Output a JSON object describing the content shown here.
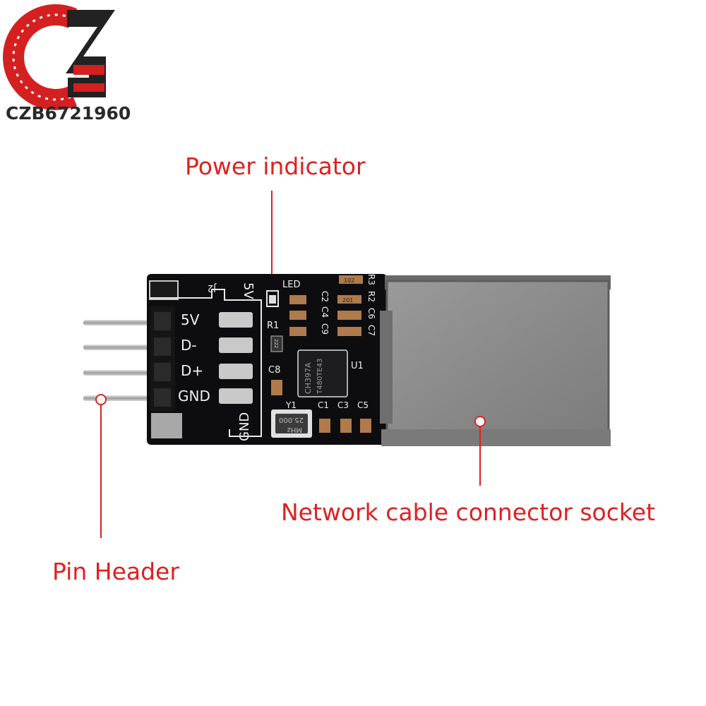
{
  "brand": {
    "logo_text": "CZB6721960"
  },
  "labels": {
    "power_indicator": "Power indicator",
    "network_socket": "Network cable connector socket",
    "pin_header": "Pin Header"
  },
  "board": {
    "pins": [
      "5V",
      "D-",
      "D+",
      "GND"
    ],
    "silk_left": "5V",
    "silk_gnd": "GND",
    "silk_j2": "J2",
    "silk_led": "LED",
    "silk_r1": "R1",
    "silk_c8": "C8",
    "silk_u1": "U1",
    "silk_y1": "Y1",
    "silk_c_row": [
      "C1",
      "C3",
      "C5"
    ],
    "silk_c_right": [
      "C2",
      "C4",
      "C9"
    ],
    "silk_top_right": [
      "R3",
      "R2",
      "C6",
      "C7"
    ],
    "chip_text": [
      "CH397A",
      "T480TE43"
    ],
    "crystal_text": [
      "25.000",
      "MHz"
    ],
    "resistor_codes": [
      "102",
      "201",
      "222"
    ]
  },
  "colors": {
    "accent": "#e02020",
    "pcb": "#0d0d0f",
    "metal": "#8c8c8c",
    "pins": "#b8b8b8",
    "logo_red": "#e02020",
    "logo_dark": "#222222"
  }
}
